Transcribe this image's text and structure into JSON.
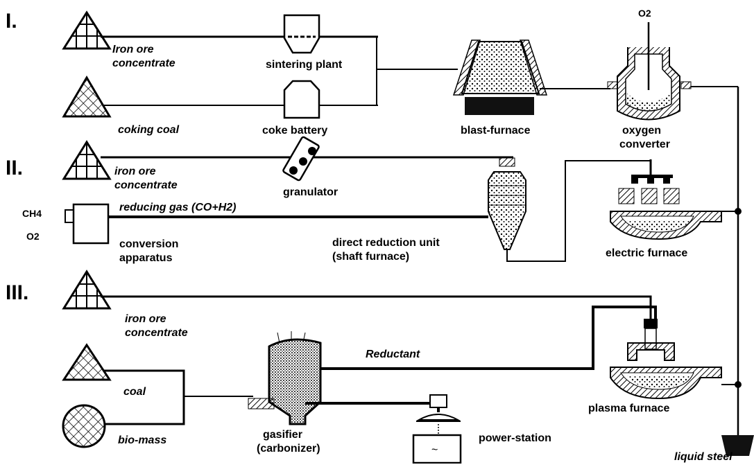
{
  "sections": [
    "I.",
    "II.",
    "III."
  ],
  "labels": {
    "o2_top": "O2",
    "ore1": [
      "Iron ore",
      "concentrate"
    ],
    "sintering": "sintering plant",
    "coking_coal": "coking coal",
    "coke_battery": "coke battery",
    "blast_furnace": "blast-furnace",
    "oxygen_converter": [
      "oxygen",
      "converter"
    ],
    "ore2": [
      "iron ore",
      "concentrate"
    ],
    "granulator": "granulator",
    "ch4": "CH4",
    "o2_left": "O2",
    "reducing_gas": "reducing gas (CO+H2)",
    "conversion": [
      "conversion",
      "apparatus"
    ],
    "direct_reduction": [
      "direct reduction unit",
      "(shaft furnace)"
    ],
    "electric_furnace": "electric furnace",
    "ore3": [
      "iron ore",
      "concentrate"
    ],
    "reductant": "Reductant",
    "coal": "coal",
    "biomass": "bio-mass",
    "gasifier": [
      "gasifier",
      "(carbonizer)"
    ],
    "power_station": "power-station",
    "plasma_furnace": "plasma furnace",
    "liquid_steel": "liquid steel"
  }
}
